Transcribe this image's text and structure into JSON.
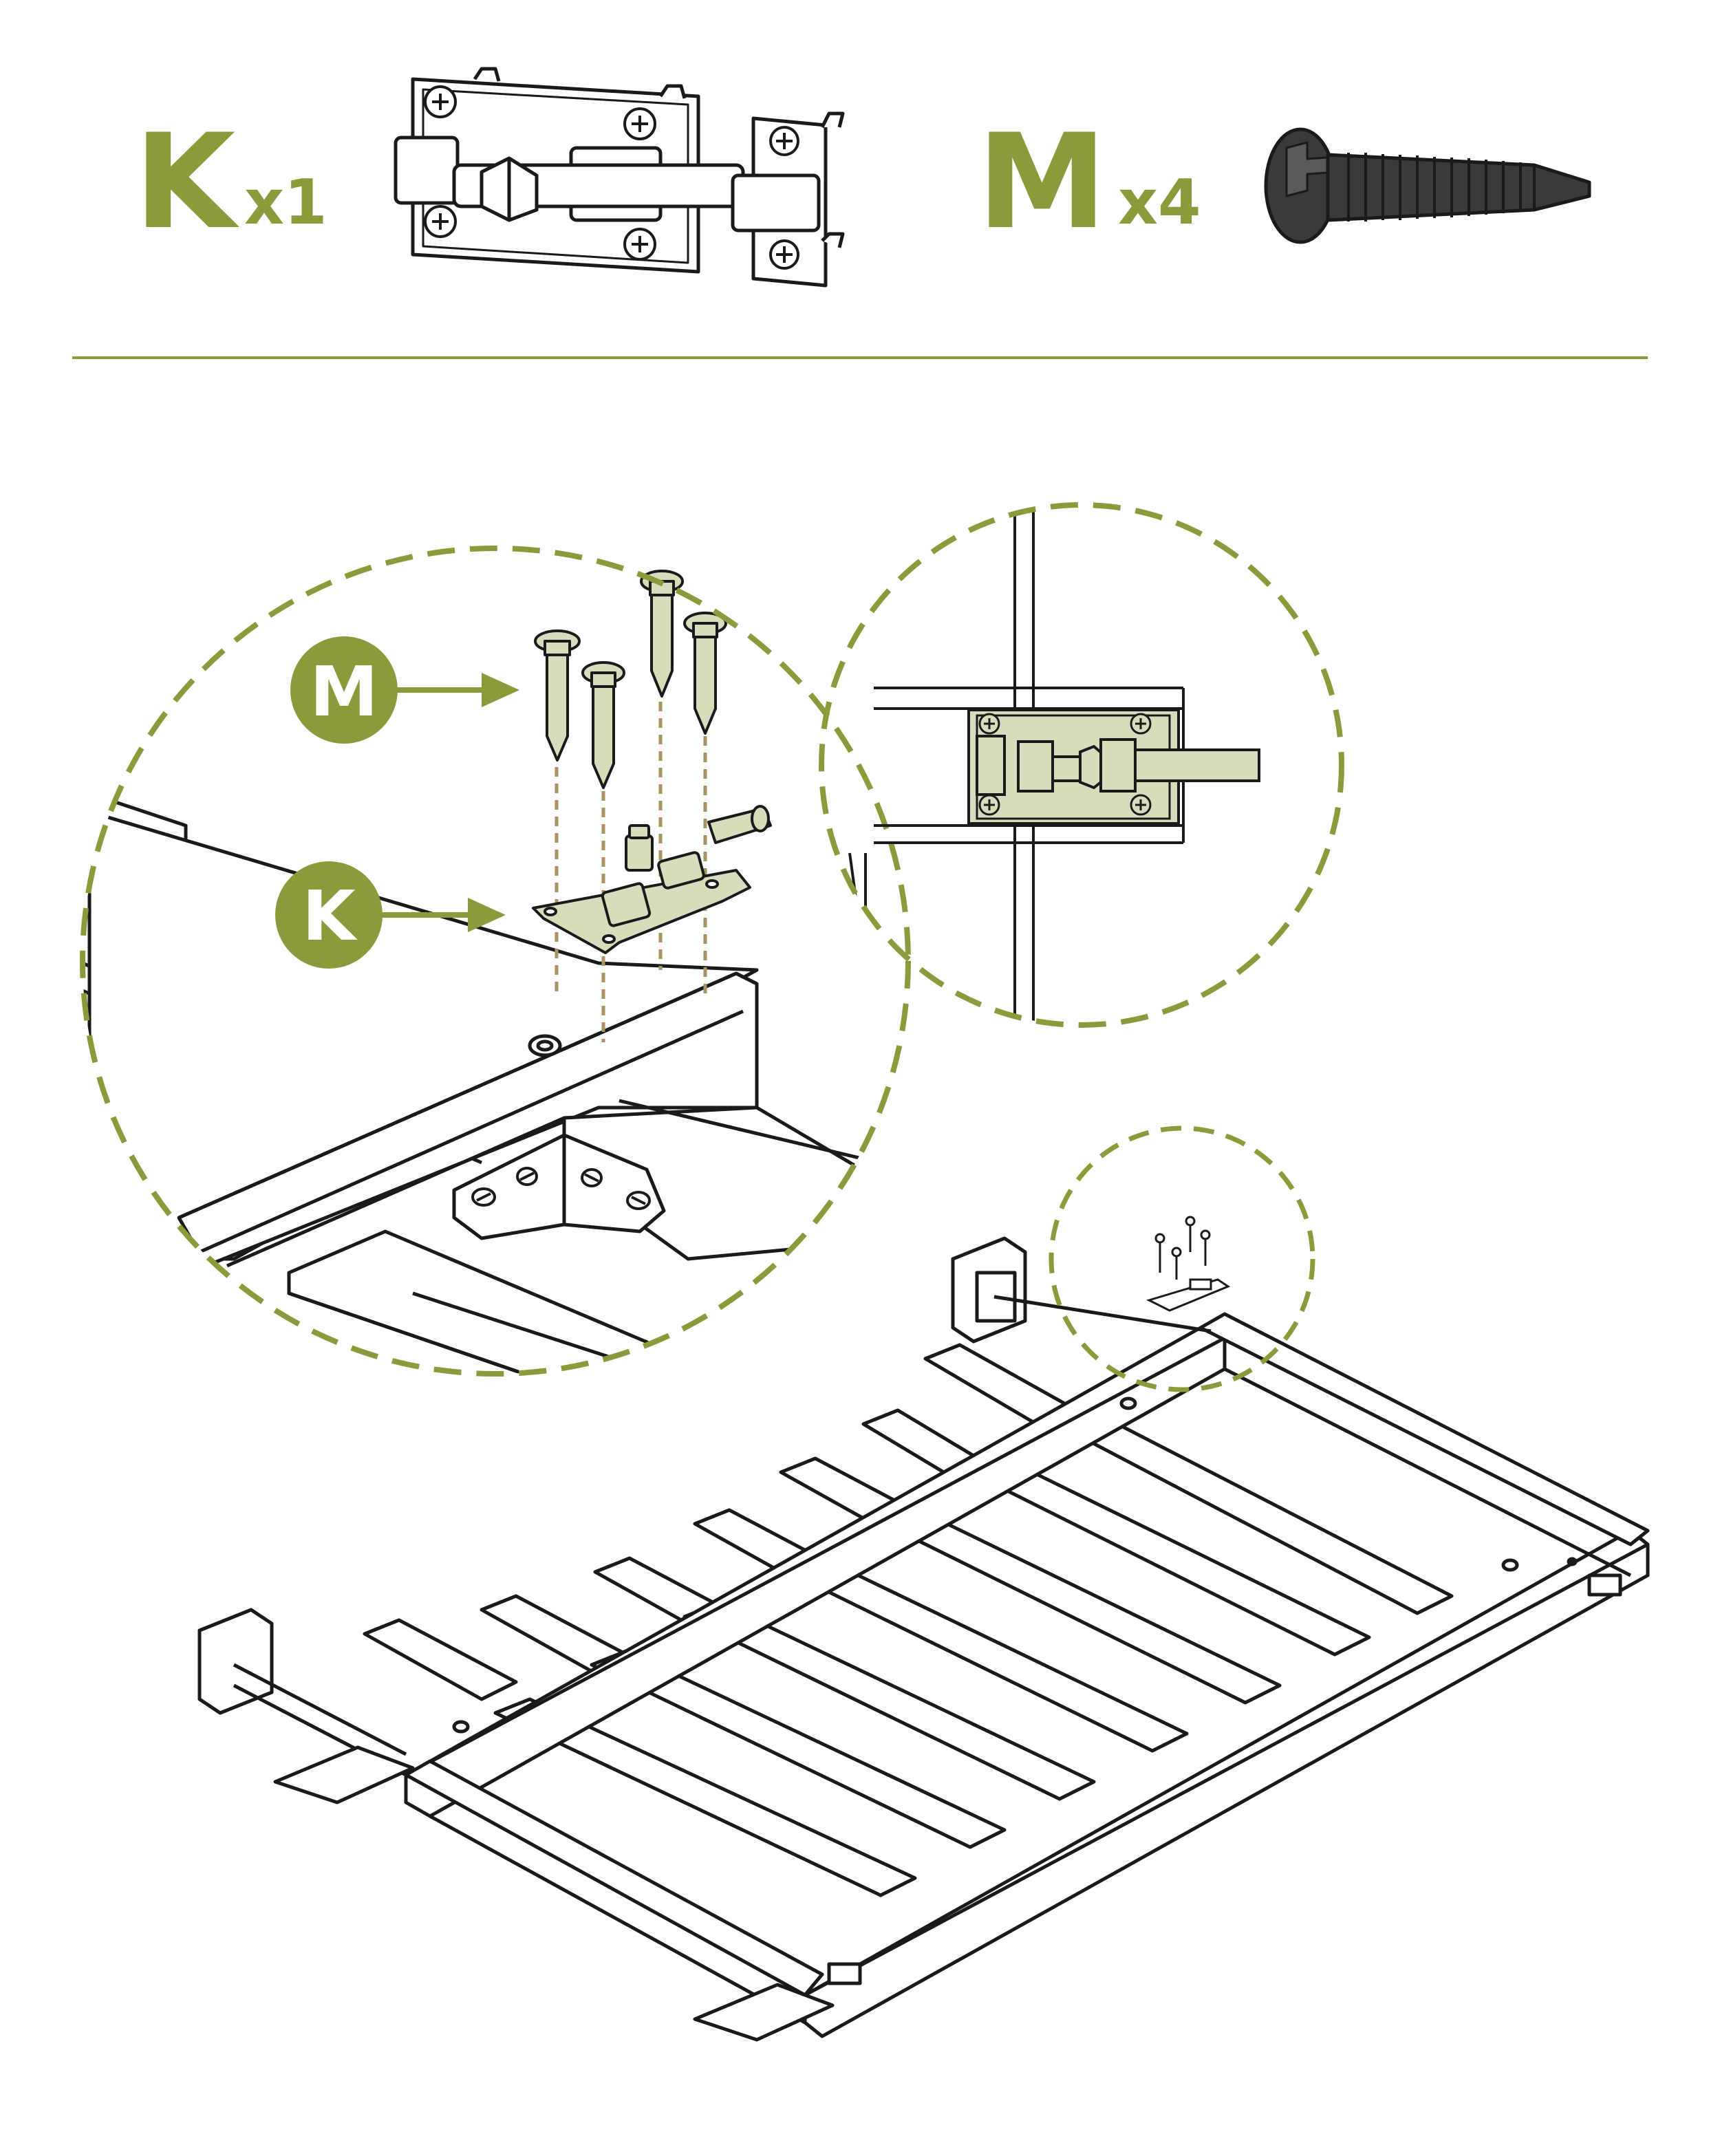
{
  "parts": [
    {
      "letter": "K",
      "quantity": "x1",
      "icon": "barrel-bolt-latch-icon"
    },
    {
      "letter": "M",
      "quantity": "x4",
      "icon": "pan-head-screw-icon"
    }
  ],
  "callouts": {
    "screws": "M",
    "latch": "K"
  },
  "colors": {
    "accent": "#8c9a3c",
    "part_fill": "#d9dcbc",
    "line": "#1a1a1a",
    "screw_dark": "#3a3a3a",
    "background": "#ffffff"
  }
}
